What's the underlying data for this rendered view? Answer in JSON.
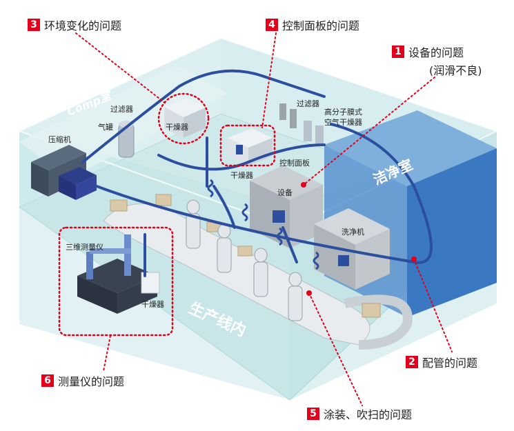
{
  "callouts": {
    "c1": {
      "num": "1",
      "text": "设备的问题",
      "sub": "(润滑不良)"
    },
    "c2": {
      "num": "2",
      "text": "配管的问题"
    },
    "c3": {
      "num": "3",
      "text": "环境变化的问题"
    },
    "c4": {
      "num": "4",
      "text": "控制面板的问题"
    },
    "c5": {
      "num": "5",
      "text": "涂装、吹扫的问题"
    },
    "c6": {
      "num": "6",
      "text": "测量仪的问题"
    }
  },
  "labels": {
    "comp_room": "Comp室",
    "compressor": "压缩机",
    "gas_tank": "气罐",
    "filter_left": "过滤器",
    "dryer_top": "干燥器",
    "dryer_mid": "干燥器",
    "control_panel": "控制面板",
    "filter_right": "过滤器",
    "membrane_dryer_1": "高分子膜式",
    "membrane_dryer_2": "空气干燥器",
    "equipment": "设备",
    "clean_room": "洁净室",
    "washer": "洗净机",
    "cmm": "三维测量仪",
    "dryer_bottom": "干燥器",
    "production_line": "生产线内"
  },
  "colors": {
    "accent_red": "#e2001a",
    "pipe_blue": "#2b4f9e",
    "glass": "#bfe3e6",
    "clean_room_blue": "#3a78c2"
  }
}
